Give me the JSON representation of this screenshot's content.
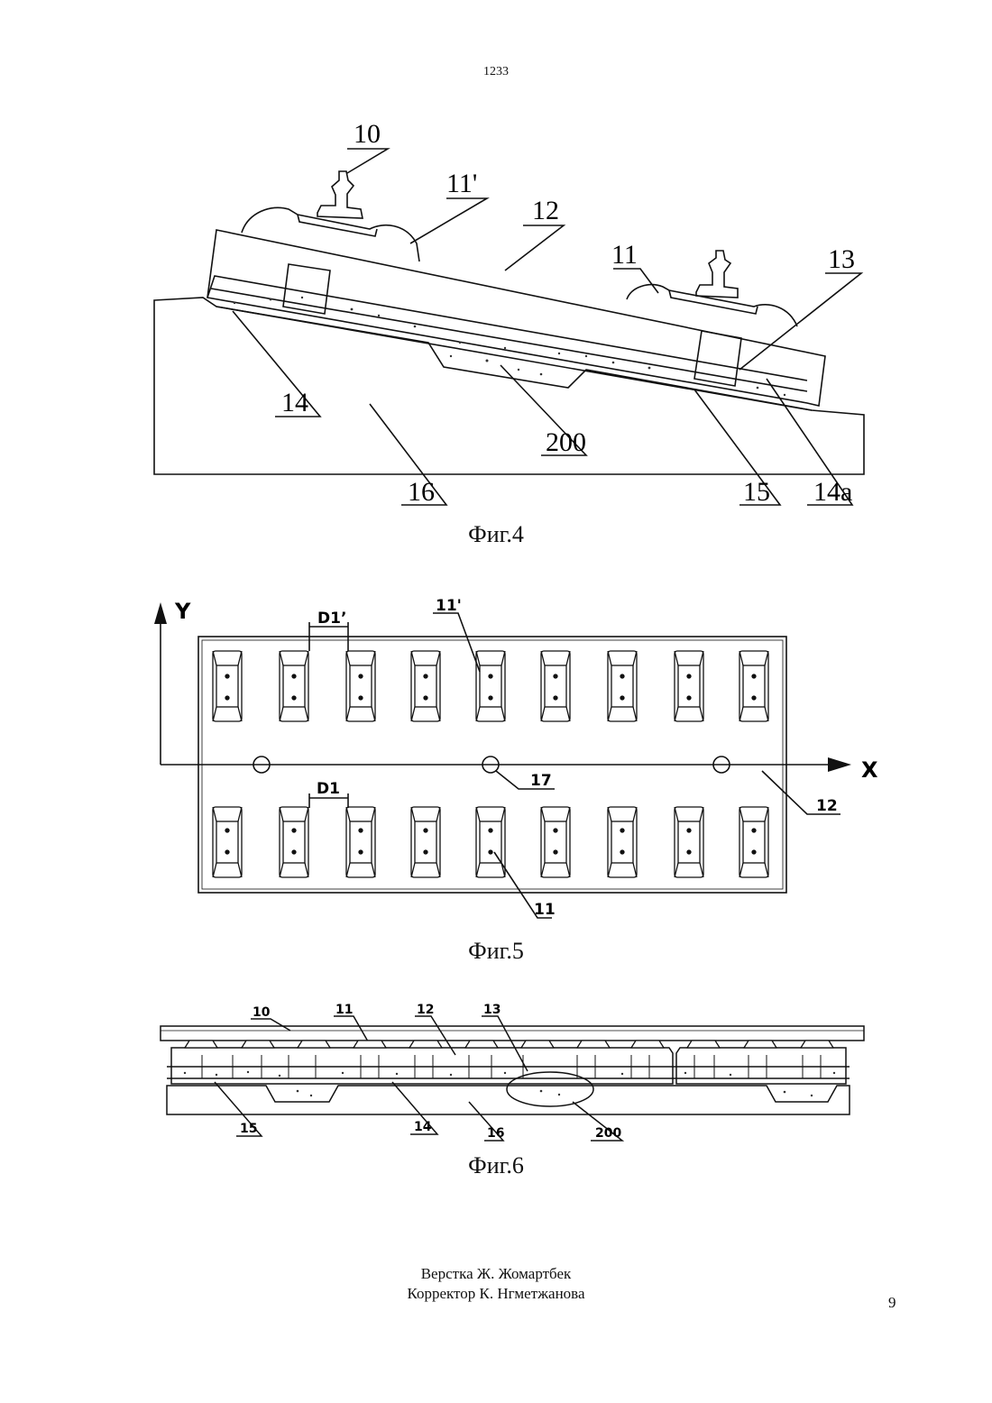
{
  "header": {
    "doc_number": "1233"
  },
  "fig4": {
    "caption": "Фиг.4",
    "labels": {
      "rail": "10",
      "fastener_top": "11'",
      "slab": "12",
      "fastener": "11",
      "connector": "13",
      "layer": "14",
      "ground": "16",
      "zone": "200",
      "base": "15",
      "layer_a": "14a"
    }
  },
  "fig5": {
    "caption": "Фиг.5",
    "axis_y": "Y",
    "axis_x": "X",
    "labels": {
      "d1_prime": "D1’",
      "d1": "D1",
      "fastener_top": "11'",
      "hole": "17",
      "slab": "12",
      "fastener": "11"
    }
  },
  "fig6": {
    "caption": "Фиг.6",
    "labels": {
      "rail": "10",
      "fastener": "11",
      "slab": "12",
      "connector": "13",
      "base": "15",
      "layer": "14",
      "ground": "16",
      "zone": "200"
    }
  },
  "footer": {
    "layout": "Верстка Ж. Жомартбек",
    "corrector": "Корректор К. Нгметжанова",
    "page": "9"
  }
}
